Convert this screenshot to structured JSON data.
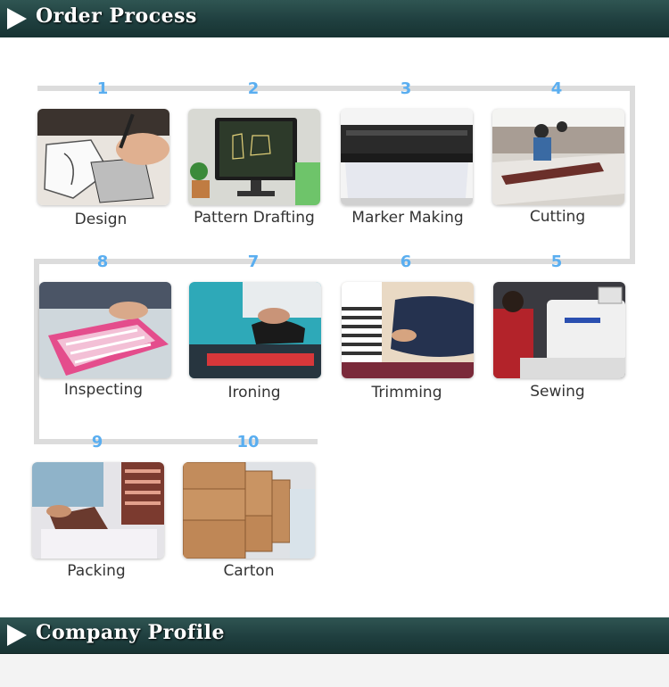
{
  "header": {
    "title": "Order Process"
  },
  "footer": {
    "title": "Company Profile"
  },
  "steps": [
    {
      "number": "1",
      "label": "Design"
    },
    {
      "number": "2",
      "label": "Pattern Drafting"
    },
    {
      "number": "3",
      "label": "Marker Making"
    },
    {
      "number": "4",
      "label": "Cutting"
    },
    {
      "number": "5",
      "label": "Sewing"
    },
    {
      "number": "6",
      "label": "Trimming"
    },
    {
      "number": "7",
      "label": "Ironing"
    },
    {
      "number": "8",
      "label": "Inspecting"
    },
    {
      "number": "9",
      "label": "Packing"
    },
    {
      "number": "10",
      "label": "Carton"
    }
  ],
  "colors": {
    "banner": "#1f3f3f",
    "badge_number": "#5aaef0",
    "track": "#dcdcdc"
  }
}
